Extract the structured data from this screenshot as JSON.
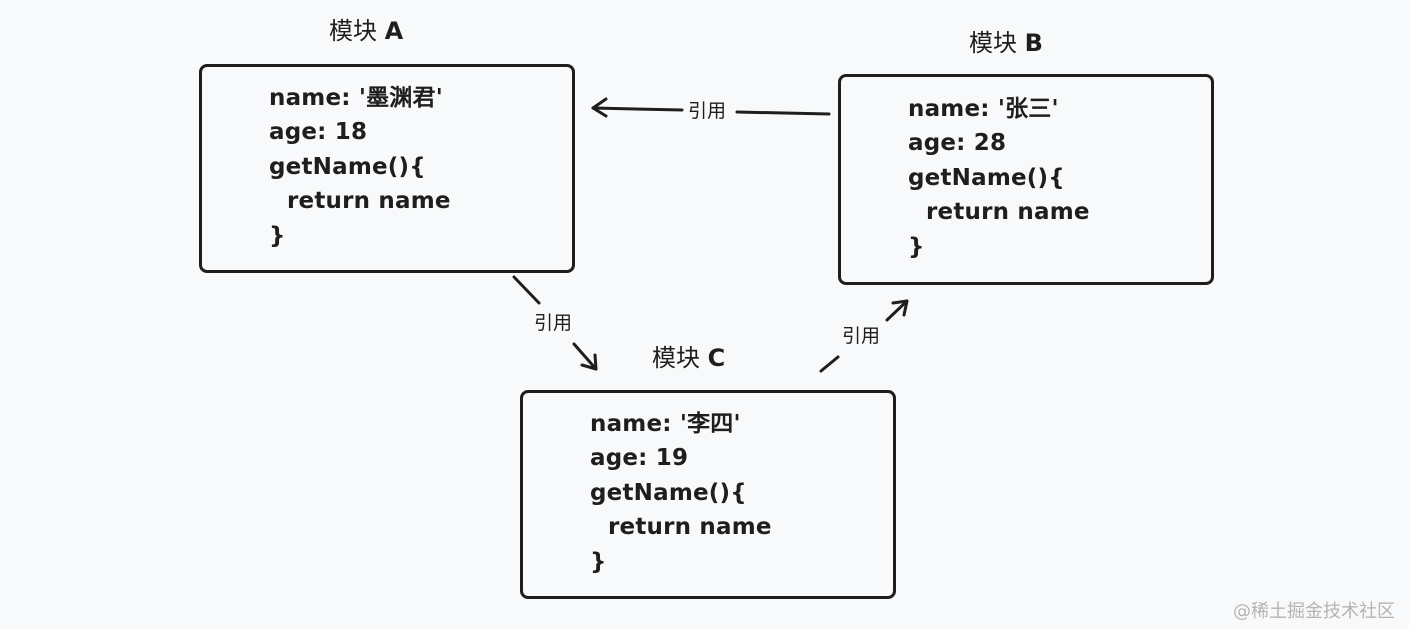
{
  "modules": {
    "a": {
      "title_prefix": "模块",
      "title_letter": "A",
      "lines": [
        "name: '墨渊君'",
        "age: 18",
        "getName(){",
        "return name",
        "}"
      ]
    },
    "b": {
      "title_prefix": "模块",
      "title_letter": "B",
      "lines": [
        "name: '张三'",
        "age: 28",
        "getName(){",
        "return name",
        "}"
      ]
    },
    "c": {
      "title_prefix": "模块",
      "title_letter": "C",
      "lines": [
        "name: '李四'",
        "age: 19",
        "getName(){",
        "return name",
        "}"
      ]
    }
  },
  "edges": {
    "b_to_a": "引用",
    "a_to_c": "引用",
    "c_to_b": "引用"
  },
  "watermark": "@稀土掘金技术社区"
}
